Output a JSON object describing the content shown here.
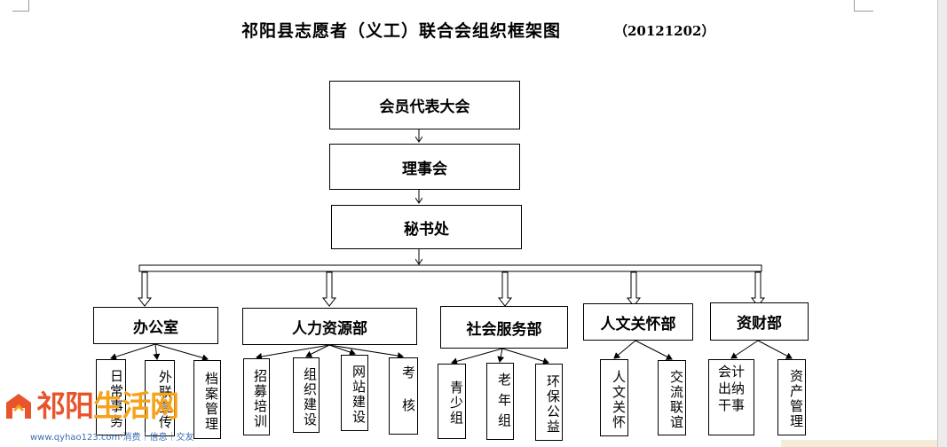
{
  "title": "祁阳县志愿者（义工）联合会组织框架图",
  "date": "（20121202）",
  "top": [
    "会员代表大会",
    "理事会",
    "秘书处"
  ],
  "departments": [
    {
      "label": "办公室",
      "children": [
        "日常事务",
        "外联宣传",
        "档案管理"
      ]
    },
    {
      "label": "人力资源部",
      "children": [
        "招募培训",
        "组织建设",
        "网站建设",
        "考核"
      ]
    },
    {
      "label": "社会服务部",
      "children": [
        "青少组",
        "老年组",
        "环保公益"
      ]
    },
    {
      "label": "人文关怀部",
      "children": [
        "人文关怀",
        "交流联谊"
      ]
    },
    {
      "label": "资财部",
      "children": [
        "会计出纳干事",
        "资产管理"
      ]
    }
  ],
  "watermark": {
    "logo_part1": "祁阳",
    "logo_part2": "生活网",
    "url": "www.qyhao123.com·消费｜信息｜交友",
    "colors": {
      "primary": "#e8542c",
      "secondary": "#f6a21a"
    }
  }
}
